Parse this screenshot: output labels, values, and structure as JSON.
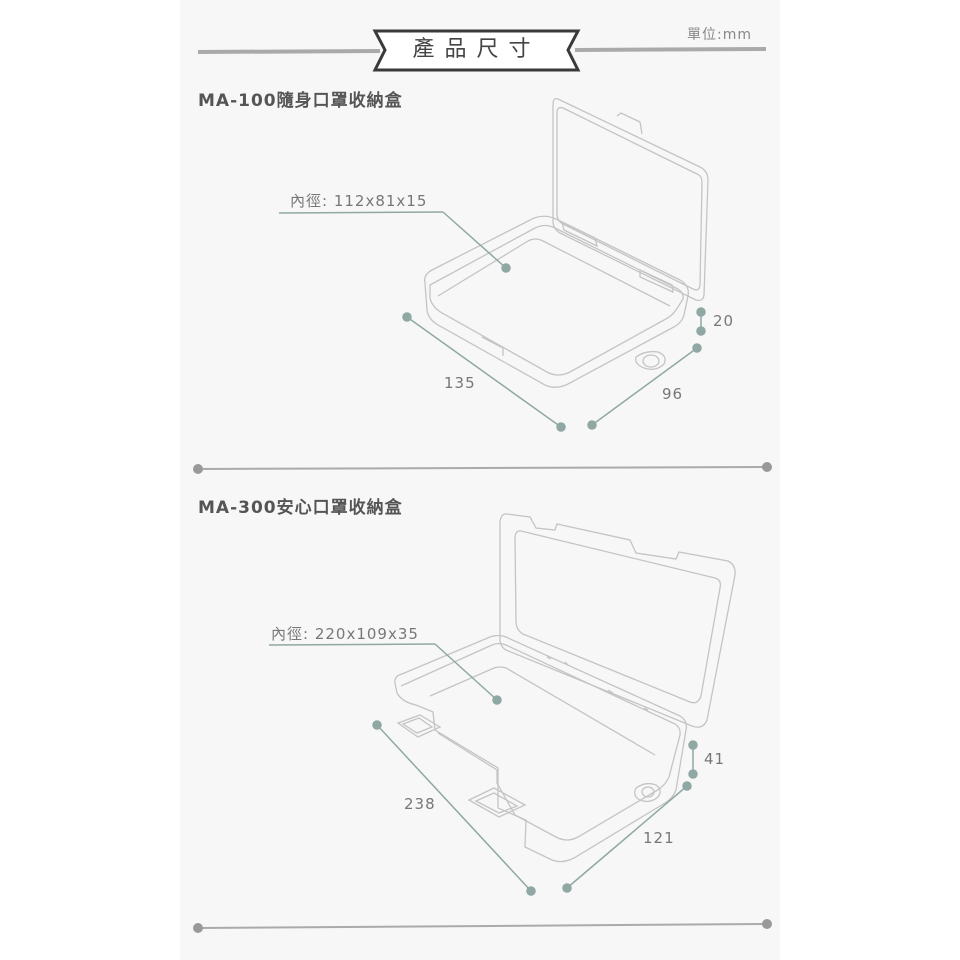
{
  "header": {
    "title": "產品尺寸",
    "unit": "單位:mm"
  },
  "products": [
    {
      "name": "MA-100隨身口罩收納盒",
      "inner_label": "內徑: 112x81x15",
      "dimensions": {
        "length": "135",
        "width": "96",
        "height": "20"
      }
    },
    {
      "name": "MA-300安心口罩收納盒",
      "inner_label": "內徑: 220x109x35",
      "dimensions": {
        "length": "238",
        "width": "121",
        "height": "41"
      }
    }
  ],
  "colors": {
    "panel_bg": "#f7f7f7",
    "divider": "#a9a9a9",
    "leader": "#8fa8a4",
    "outline": "#c4c4c4",
    "text": "#555555"
  }
}
